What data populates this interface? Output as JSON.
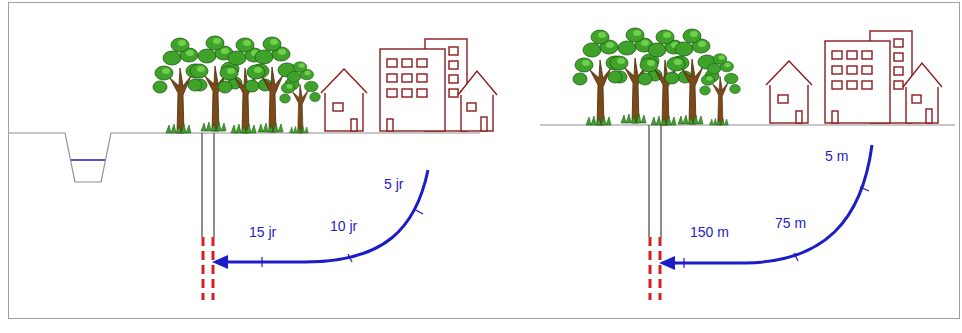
{
  "diagram": {
    "labels": [
      "5 jr",
      "10 jr",
      "15 jr",
      "5 m",
      "75 m",
      "150 m"
    ]
  }
}
